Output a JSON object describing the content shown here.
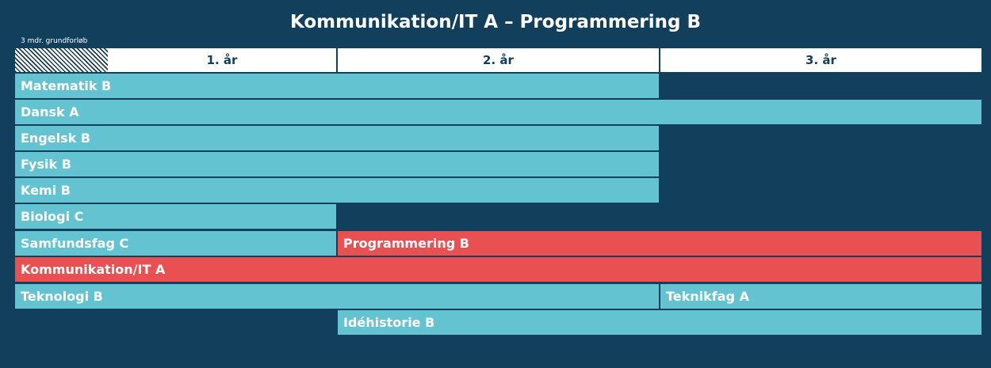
{
  "title": "Kommunikation/IT A – Programmering B",
  "grundforloeb_label": "3 mdr. grundforløb",
  "years": [
    "1. år",
    "2. år",
    "3. år"
  ],
  "colors": {
    "background": "#123f5c",
    "standard_subject": "#63c3d1",
    "study_direction_subject": "#e85052",
    "header": "#ffffff"
  },
  "subjects": [
    {
      "label": "Matematik B",
      "start_year": 1,
      "end_year": 2,
      "type": "standard"
    },
    {
      "label": "Dansk A",
      "start_year": 1,
      "end_year": 3,
      "type": "standard"
    },
    {
      "label": "Engelsk B",
      "start_year": 1,
      "end_year": 2,
      "type": "standard"
    },
    {
      "label": "Fysik B",
      "start_year": 1,
      "end_year": 2,
      "type": "standard"
    },
    {
      "label": "Kemi B",
      "start_year": 1,
      "end_year": 2,
      "type": "standard"
    },
    {
      "label": "Biologi C",
      "start_year": 1,
      "end_year": 1,
      "type": "standard"
    },
    {
      "label": "Samfundsfag C",
      "start_year": 1,
      "end_year": 1,
      "type": "standard"
    },
    {
      "label": "Programmering B",
      "start_year": 2,
      "end_year": 3,
      "type": "study-direction"
    },
    {
      "label": "Kommunikation/IT A",
      "start_year": 1,
      "end_year": 3,
      "type": "study-direction"
    },
    {
      "label": "Teknologi B",
      "start_year": 1,
      "end_year": 2,
      "type": "standard"
    },
    {
      "label": "Teknikfag A",
      "start_year": 3,
      "end_year": 3,
      "type": "standard"
    },
    {
      "label": "Idéhistorie B",
      "start_year": 2,
      "end_year": 3,
      "type": "standard"
    }
  ]
}
